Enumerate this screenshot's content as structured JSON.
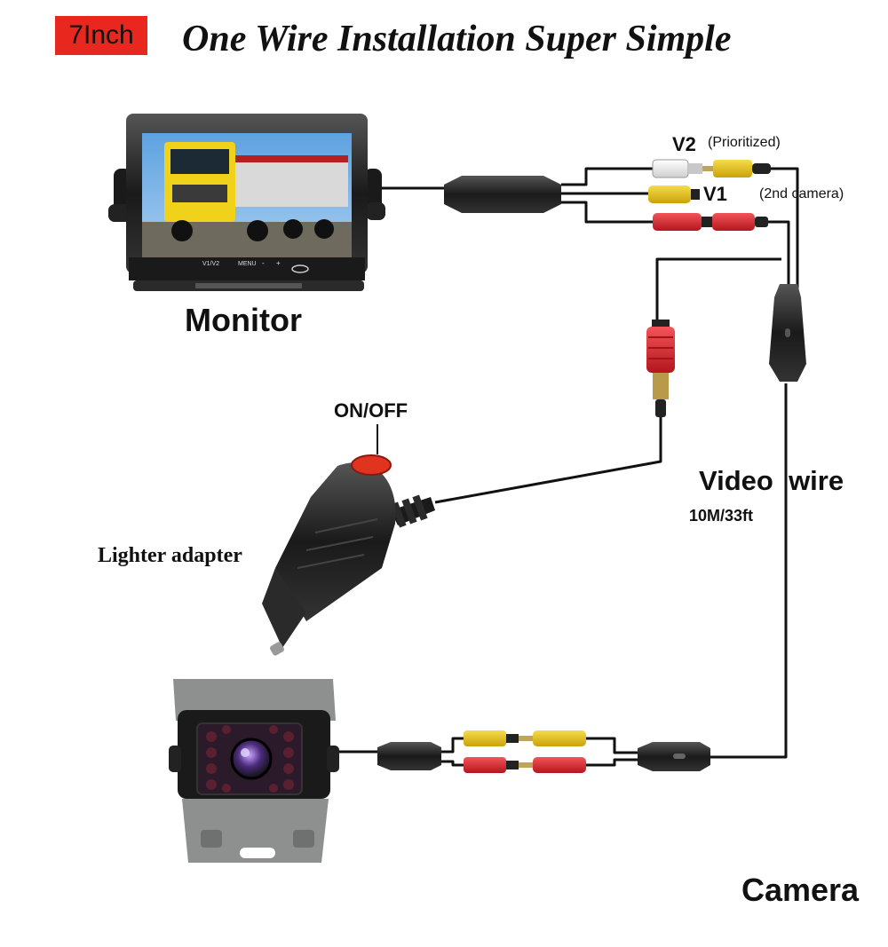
{
  "badge": {
    "size_text": "7Inch",
    "color": "#e8281e"
  },
  "title": "One Wire Installation Super Simple",
  "labels": {
    "monitor": "Monitor",
    "camera": "Camera",
    "v2": "V2",
    "v2_note": "(Prioritized)",
    "v1": "V1",
    "second_camera": "(2nd camera)",
    "switch": "ON/OFF",
    "video_wire": "Video  wire",
    "wire_length": "10M/33ft",
    "lighter_adapter": "Lighter adapter"
  },
  "monitor_buttons": [
    "V1/V2",
    "MENU",
    "-",
    "+"
  ],
  "colors": {
    "plug_yellow": "#e8c60f",
    "plug_red": "#d8242a",
    "plug_white": "#f2f2f2",
    "cable": "#111111",
    "switch_red": "#e0341e"
  },
  "icons": [
    "monitor-icon",
    "truck-image",
    "camera-icon",
    "lighter-adapter-icon",
    "rca-plug-icon"
  ]
}
